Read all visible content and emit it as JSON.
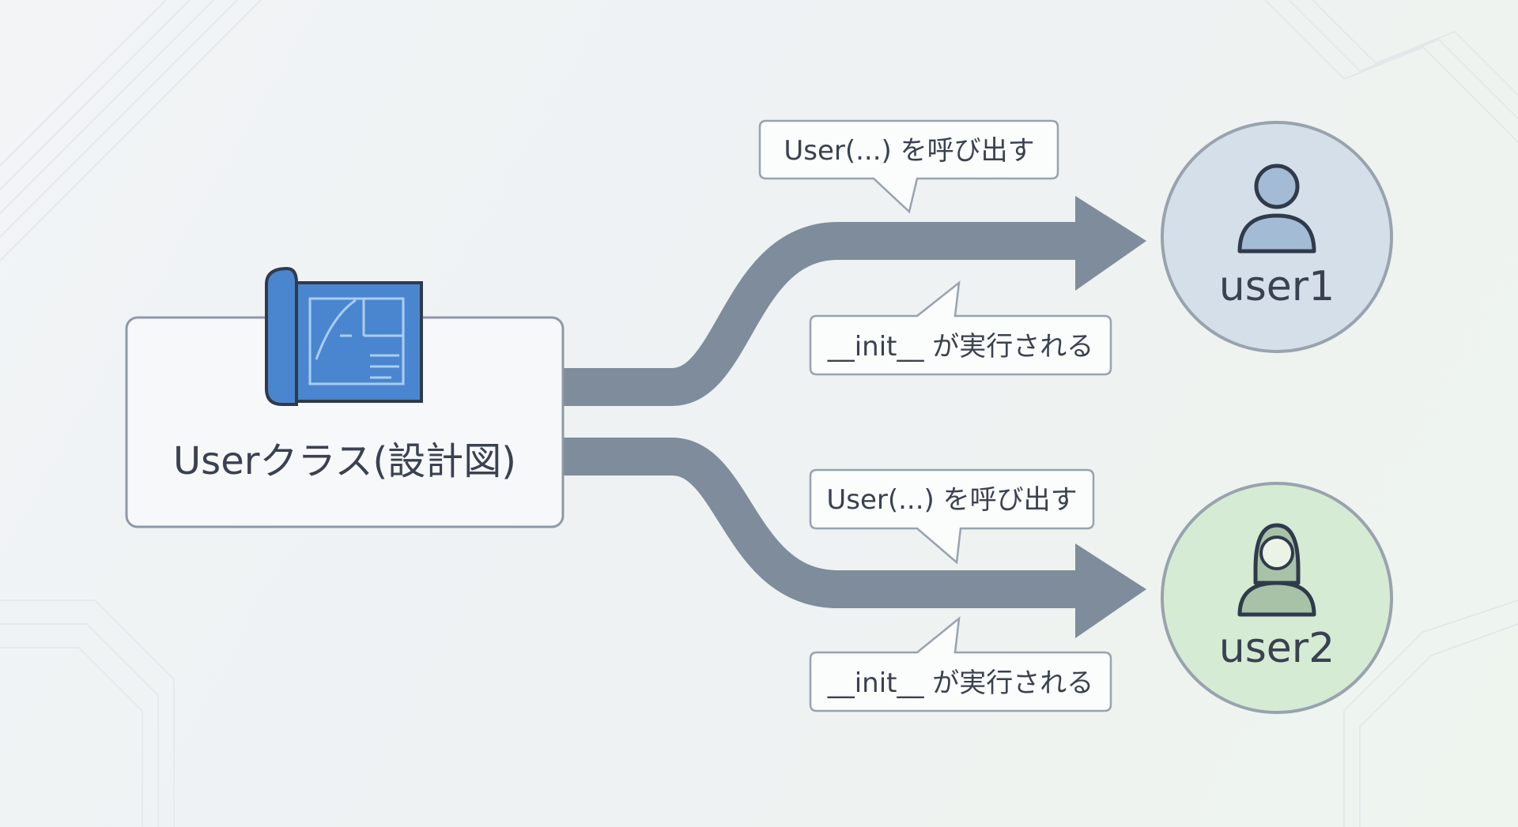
{
  "class_box": {
    "label": "Userクラス(設計図)",
    "icon": "blueprint-icon"
  },
  "instances": [
    {
      "name": "user1",
      "icon": "person-male-icon",
      "fill_color": "#d5dfea",
      "call_label": "User(...) を呼び出す",
      "init_label": "__init__ が実行される"
    },
    {
      "name": "user2",
      "icon": "person-female-icon",
      "fill_color": "#d6ebd4",
      "call_label": "User(...) を呼び出す",
      "init_label": "__init__ が実行される"
    }
  ],
  "colors": {
    "arrow": "#7e8c9b",
    "box_border": "#8f99a6",
    "blueprint": "#4a86cf",
    "text": "#3a4150"
  }
}
